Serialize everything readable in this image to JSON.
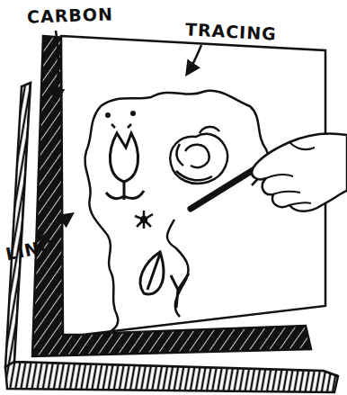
{
  "diagram": {
    "labels": [
      "CARBON",
      "TRACING",
      "LINO"
    ]
  }
}
